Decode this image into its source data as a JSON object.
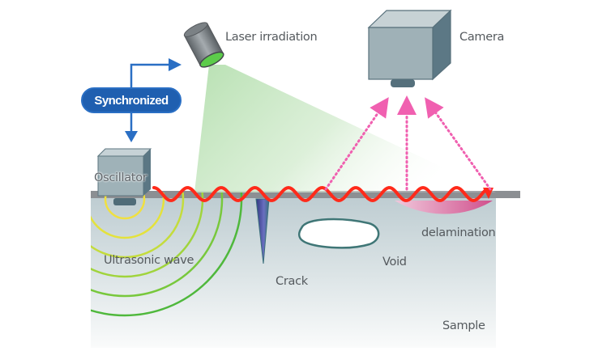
{
  "diagram": {
    "title": "Laser ultrasonic visualization inspection",
    "labels": {
      "laser": "Laser irradiation",
      "camera": "Camera",
      "synchronized": "Synchronized",
      "oscillator": "Oscillator",
      "ultrasonic_wave": "Ultrasonic wave",
      "crack": "Crack",
      "void": "Void",
      "delamination": "delamination",
      "sample": "Sample"
    },
    "colors": {
      "sync_blue": "#1f5fb0",
      "laser_beam_green": "#b9e2b4",
      "laser_lens_green": "#5ccc4a",
      "surface_wave_red": "#ff2a1a",
      "camera_ray_pink": "#f060b0",
      "delamination_pink": "#d85a94",
      "sample_top_gray": "#8c8f93",
      "sample_body": "#c2d0d4",
      "crack_blue": "#4a4f9a",
      "void_outline": "#3f7676",
      "device_gray": "#8fa3aa"
    },
    "ultrasonic_ring_colors": [
      "#f0e040",
      "#e4e23c",
      "#c4dc3c",
      "#a0d43c",
      "#78c83c",
      "#4fb83c"
    ]
  }
}
